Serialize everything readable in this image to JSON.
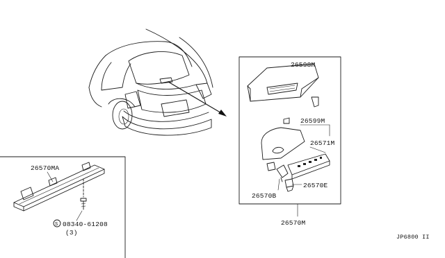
{
  "diagram": {
    "labels": {
      "p26598M": "26598M",
      "p26599M": "26599M",
      "p26571M": "26571M",
      "p26570B": "26570B",
      "p26570E": "26570E",
      "p26570M": "26570M",
      "p26570MA": "26570MA",
      "screw_part": "08340-61208",
      "screw_qty": "(3)",
      "screw_prefix": "S",
      "ref_code": "JP6800 II"
    }
  }
}
